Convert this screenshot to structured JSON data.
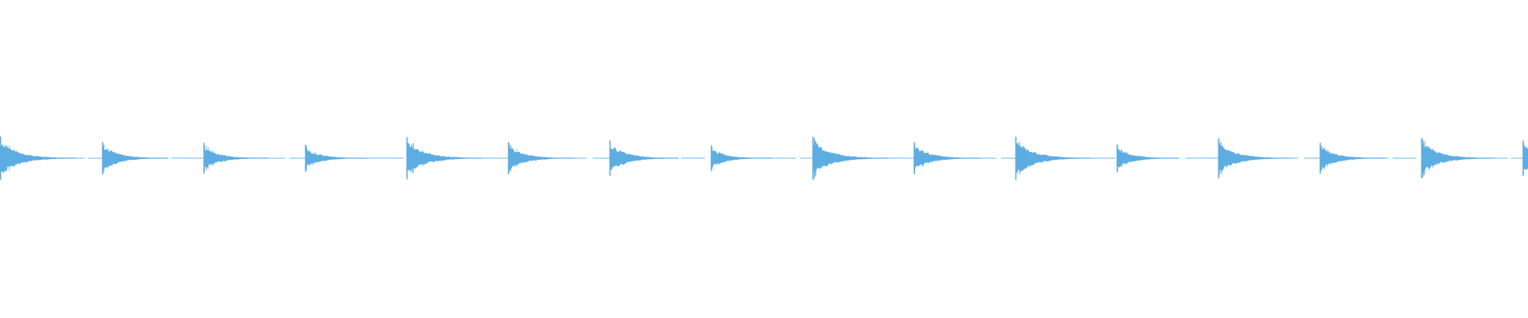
{
  "waveform": {
    "color": "#5dade2",
    "background": "#ffffff",
    "transients": [
      {
        "strength": 1.0
      },
      {
        "strength": 0.72
      },
      {
        "strength": 0.66
      },
      {
        "strength": 0.58
      },
      {
        "strength": 0.98
      },
      {
        "strength": 0.72
      },
      {
        "strength": 0.8
      },
      {
        "strength": 0.55
      },
      {
        "strength": 1.0
      },
      {
        "strength": 0.72
      },
      {
        "strength": 1.0
      },
      {
        "strength": 0.6
      },
      {
        "strength": 0.88
      },
      {
        "strength": 0.68
      },
      {
        "strength": 0.92
      },
      {
        "strength": 0.8
      }
    ]
  }
}
